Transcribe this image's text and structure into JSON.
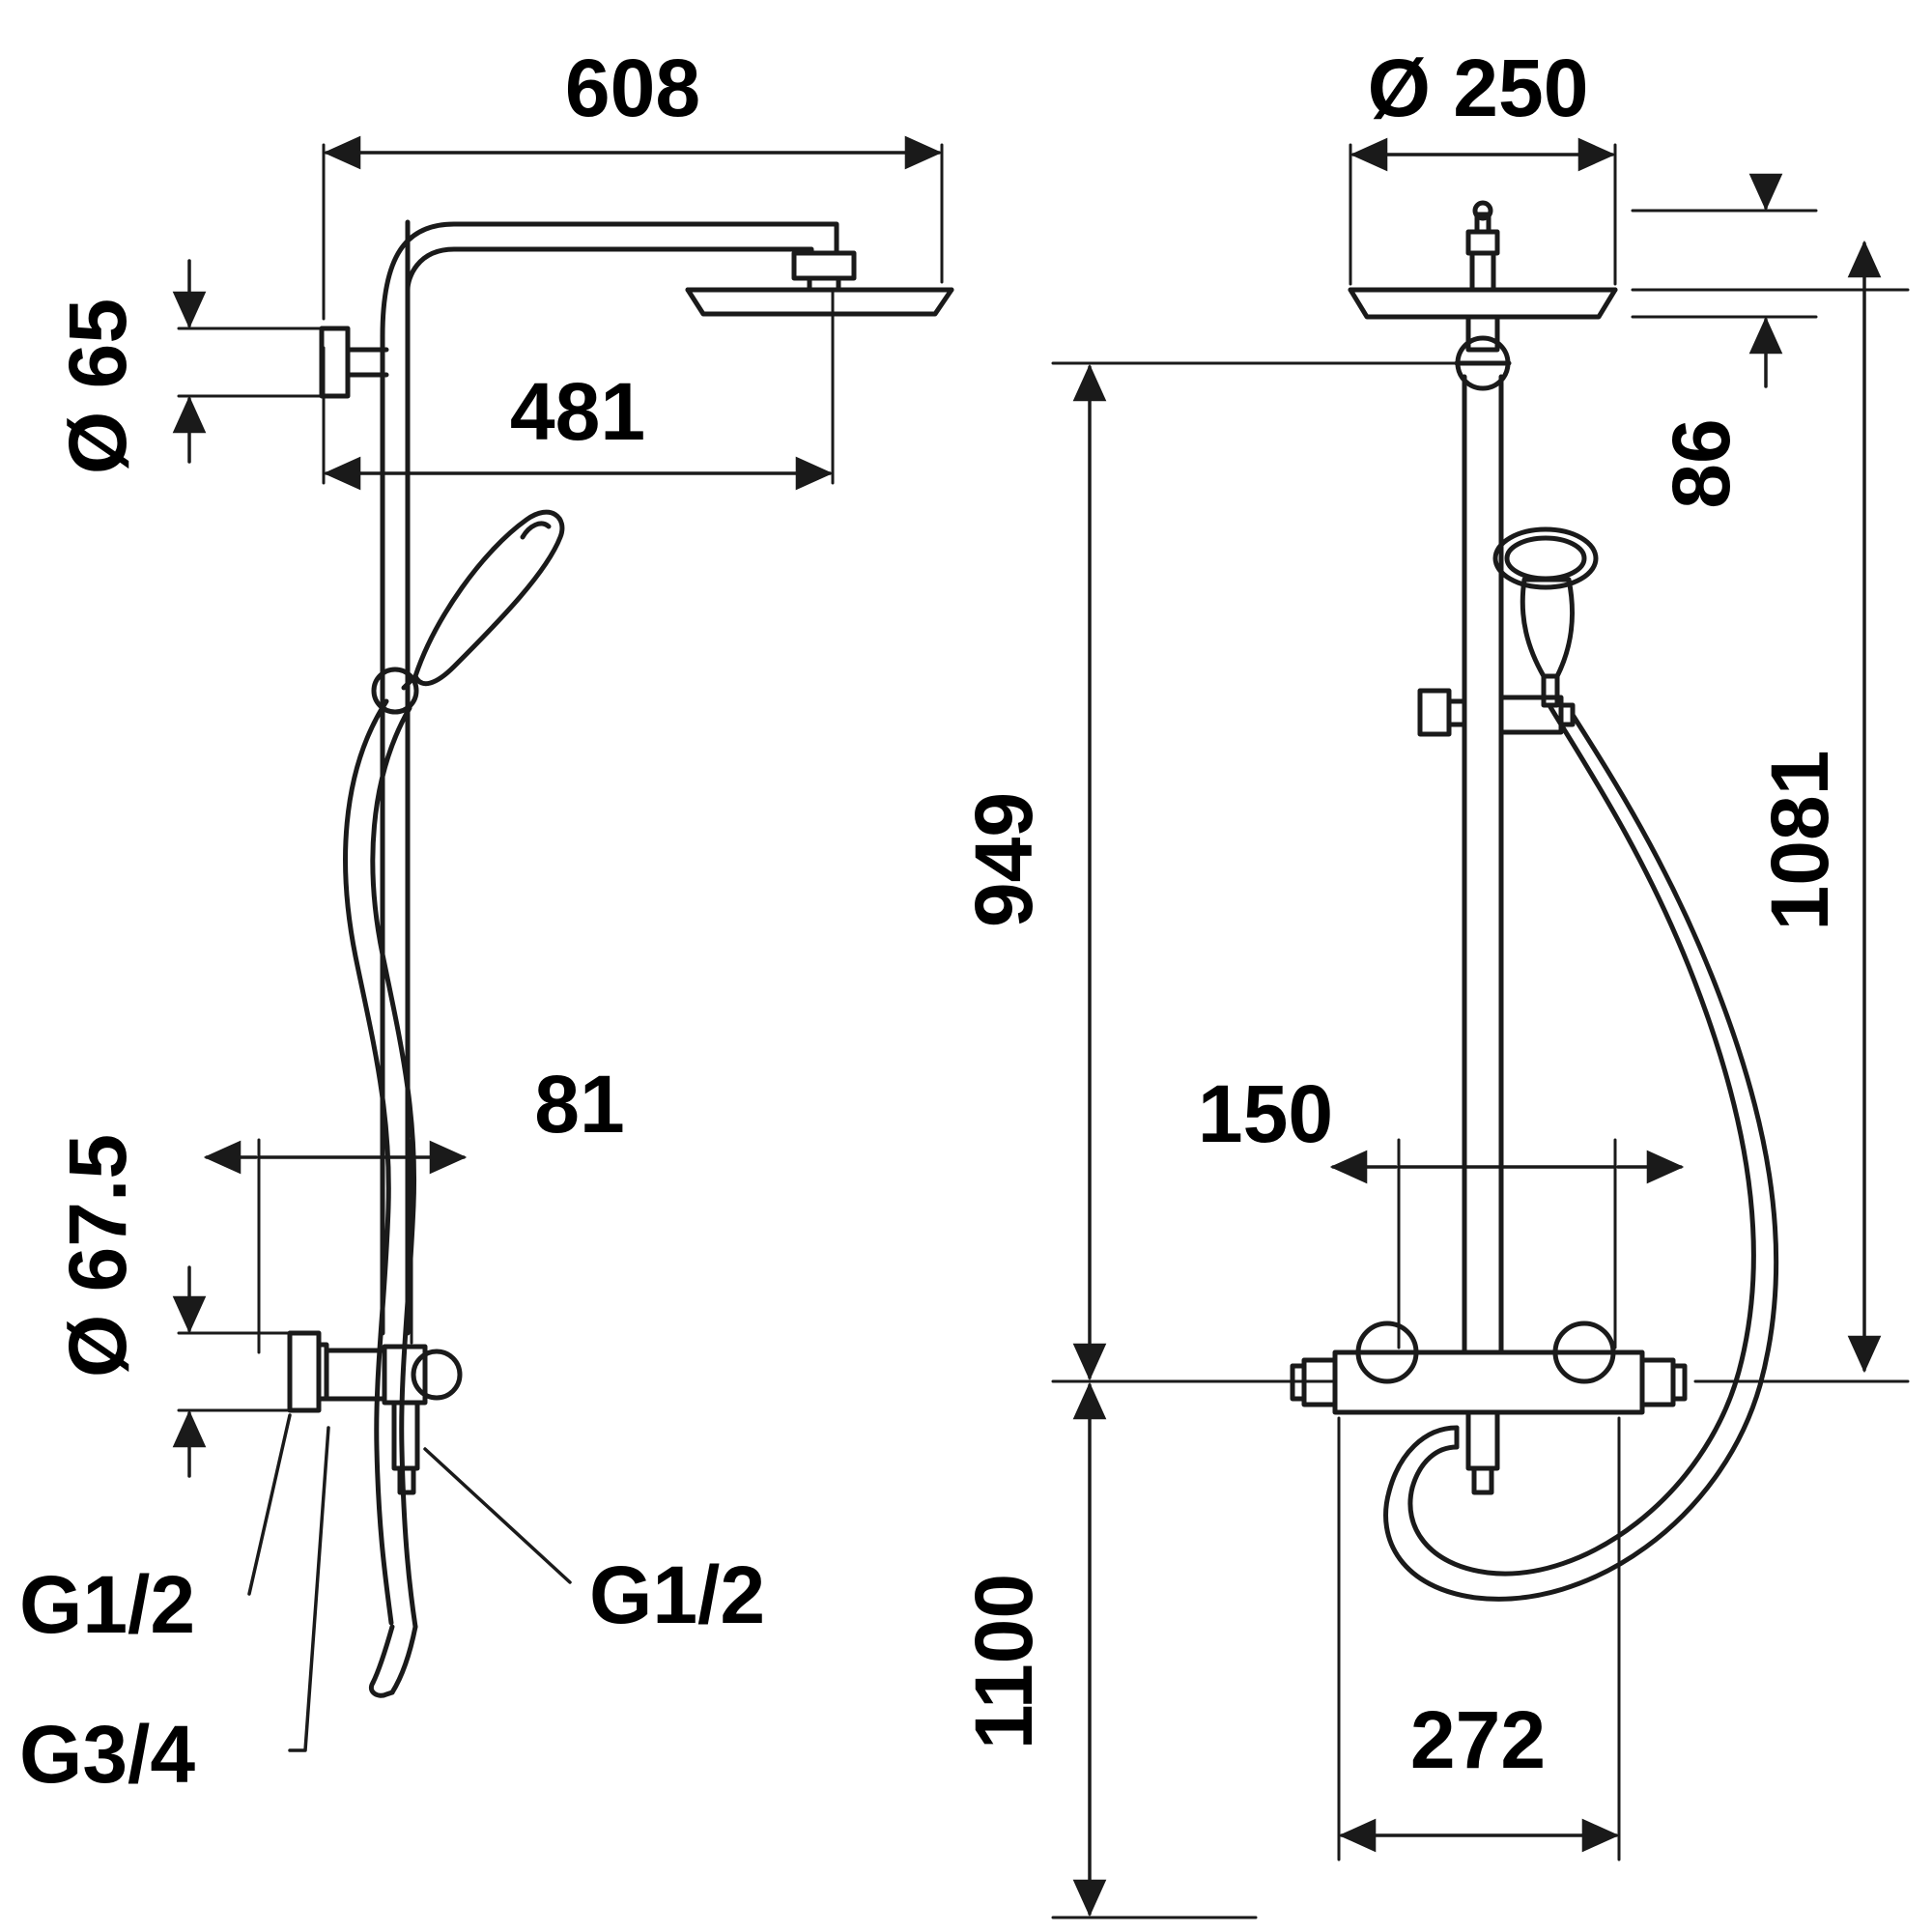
{
  "document": {
    "type": "technical-drawing",
    "subject": "Shower column / thermostatic shower system dimensional drawing",
    "views": [
      {
        "id": "side-view",
        "label": "",
        "position": "left"
      },
      {
        "id": "front-view",
        "label": "",
        "position": "right"
      }
    ]
  },
  "dimensions": {
    "side_view": {
      "overall_arm_reach": "608",
      "arm_reach_to_head_center": "481",
      "wall_bracket_diameter": "Ø 65",
      "thermostat_body_diameter": "Ø 67.5",
      "riser_offset": "81"
    },
    "front_view": {
      "head_diameter": "Ø 250",
      "head_drop": "86",
      "riser_height_to_head": "1081",
      "thermostat_to_head_mount": "949",
      "floor_to_thermostat": "1100",
      "hand_shower_offset": "150",
      "thermostat_body_width": "272"
    }
  },
  "connection_labels": {
    "inlet_left": "G1/2",
    "inlet_right": "G1/2",
    "outlet_bottom": "G3/4"
  },
  "colors": {
    "line": "#1a1a1a",
    "background": "#ffffff",
    "text": "#000000"
  }
}
